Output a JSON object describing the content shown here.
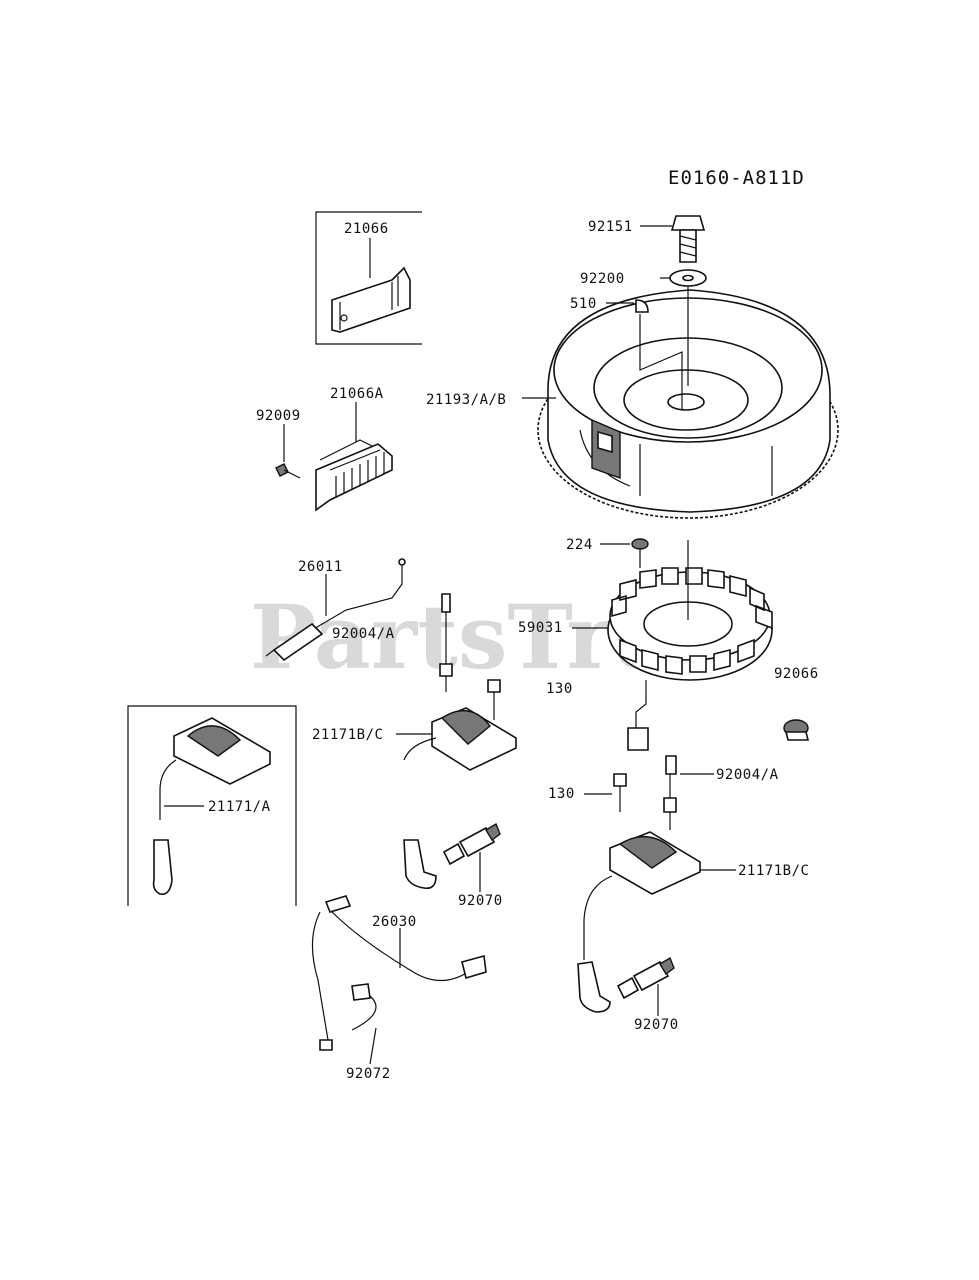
{
  "diagram": {
    "code": "E0160-A811D",
    "watermark": "PartsTree",
    "callouts": {
      "p92151": "92151",
      "p92200": "92200",
      "p510": "510",
      "p21193": "21193/A/B",
      "p21066": "21066",
      "p21066A": "21066A",
      "p92009": "92009",
      "p224": "224",
      "p26011": "26011",
      "p92004a": "92004/A",
      "p59031": "59031",
      "p130a": "130",
      "p92066": "92066",
      "p21171bc1": "21171B/C",
      "p21171a": "21171/A",
      "p130b": "130",
      "p92004b": "92004/A",
      "p92070a": "92070",
      "p26030": "26030",
      "p21171bc2": "21171B/C",
      "p92070b": "92070",
      "p92072": "92072"
    }
  }
}
